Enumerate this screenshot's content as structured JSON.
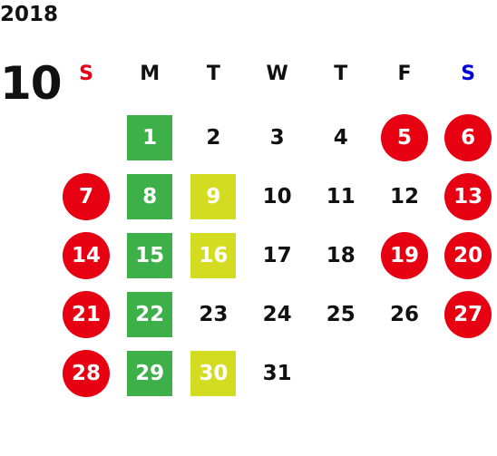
{
  "year": "2018",
  "month": "10",
  "weekdays": [
    "S",
    "M",
    "T",
    "W",
    "T",
    "F",
    "S"
  ],
  "colors": {
    "holiday": "#e60012",
    "green": "#3db04a",
    "lime": "#d4dc21",
    "text": "#111111",
    "sunday_head": "#e60012",
    "saturday_head": "#0000dd"
  },
  "start_weekday": 1,
  "days": [
    {
      "day": "1",
      "mark": "green"
    },
    {
      "day": "2",
      "mark": ""
    },
    {
      "day": "3",
      "mark": ""
    },
    {
      "day": "4",
      "mark": ""
    },
    {
      "day": "5",
      "mark": "holiday"
    },
    {
      "day": "6",
      "mark": "holiday"
    },
    {
      "day": "7",
      "mark": "holiday"
    },
    {
      "day": "8",
      "mark": "green"
    },
    {
      "day": "9",
      "mark": "lime"
    },
    {
      "day": "10",
      "mark": ""
    },
    {
      "day": "11",
      "mark": ""
    },
    {
      "day": "12",
      "mark": ""
    },
    {
      "day": "13",
      "mark": "holiday"
    },
    {
      "day": "14",
      "mark": "holiday"
    },
    {
      "day": "15",
      "mark": "green"
    },
    {
      "day": "16",
      "mark": "lime"
    },
    {
      "day": "17",
      "mark": ""
    },
    {
      "day": "18",
      "mark": ""
    },
    {
      "day": "19",
      "mark": "holiday"
    },
    {
      "day": "20",
      "mark": "holiday"
    },
    {
      "day": "21",
      "mark": "holiday"
    },
    {
      "day": "22",
      "mark": "green"
    },
    {
      "day": "23",
      "mark": ""
    },
    {
      "day": "24",
      "mark": ""
    },
    {
      "day": "25",
      "mark": ""
    },
    {
      "day": "26",
      "mark": ""
    },
    {
      "day": "27",
      "mark": "holiday"
    },
    {
      "day": "28",
      "mark": "holiday"
    },
    {
      "day": "29",
      "mark": "green"
    },
    {
      "day": "30",
      "mark": "lime"
    },
    {
      "day": "31",
      "mark": ""
    }
  ]
}
